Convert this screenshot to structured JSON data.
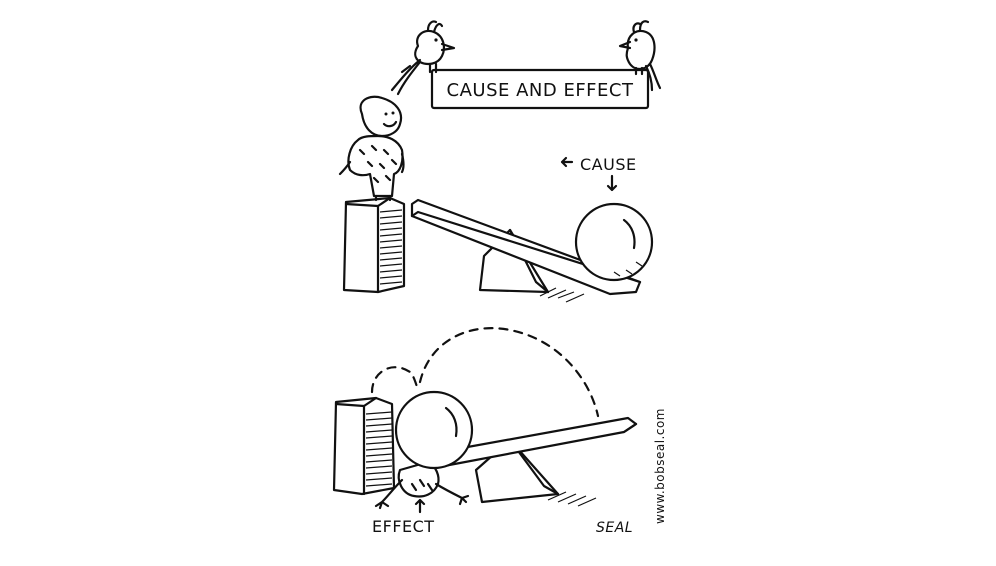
{
  "cartoon": {
    "title_banner": "CAUSE AND EFFECT",
    "label_cause": "CAUSE",
    "label_effect": "EFFECT",
    "signature": "SEAL",
    "website": "www.bobseal.com"
  }
}
